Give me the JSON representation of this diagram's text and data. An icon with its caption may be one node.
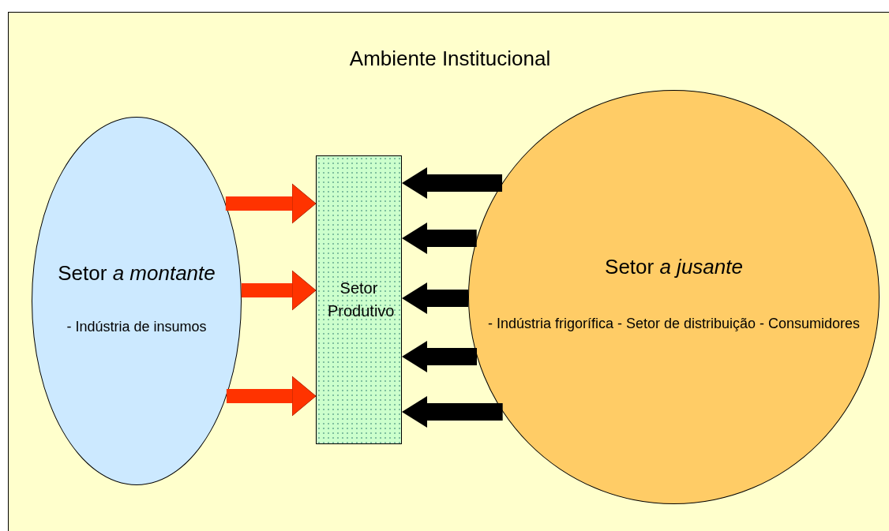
{
  "diagram": {
    "nodes": [
      {
        "text": [
          "Ambiente Institucional"
        ]
      },
      {
        "text": [
          "Setor *a montante*",
          "- Indústria de insumos"
        ],
        "in": 0
      },
      {
        "text": [
          "Setor Produtivo"
        ],
        "in": 0
      },
      {
        "text": [
          "Setor *a jusante*",
          "- Indústria frigorífica - Setor de distribuição - Consumidores"
        ],
        "in": 0
      }
    ],
    "edges": [
      {
        "from": 1,
        "to": 2,
        "arrow": "to",
        "color": "#ff3300"
      },
      {
        "from": 1,
        "to": 2,
        "arrow": "to",
        "color": "#ff3300"
      },
      {
        "from": 1,
        "to": 2,
        "arrow": "to",
        "color": "#ff3300"
      },
      {
        "from": 3,
        "to": 2,
        "arrow": "to"
      },
      {
        "from": 3,
        "to": 2,
        "arrow": "to"
      },
      {
        "from": 3,
        "to": 2,
        "arrow": "to"
      },
      {
        "from": 3,
        "to": 2,
        "arrow": "to"
      },
      {
        "from": 3,
        "to": 2,
        "arrow": "to"
      }
    ]
  }
}
